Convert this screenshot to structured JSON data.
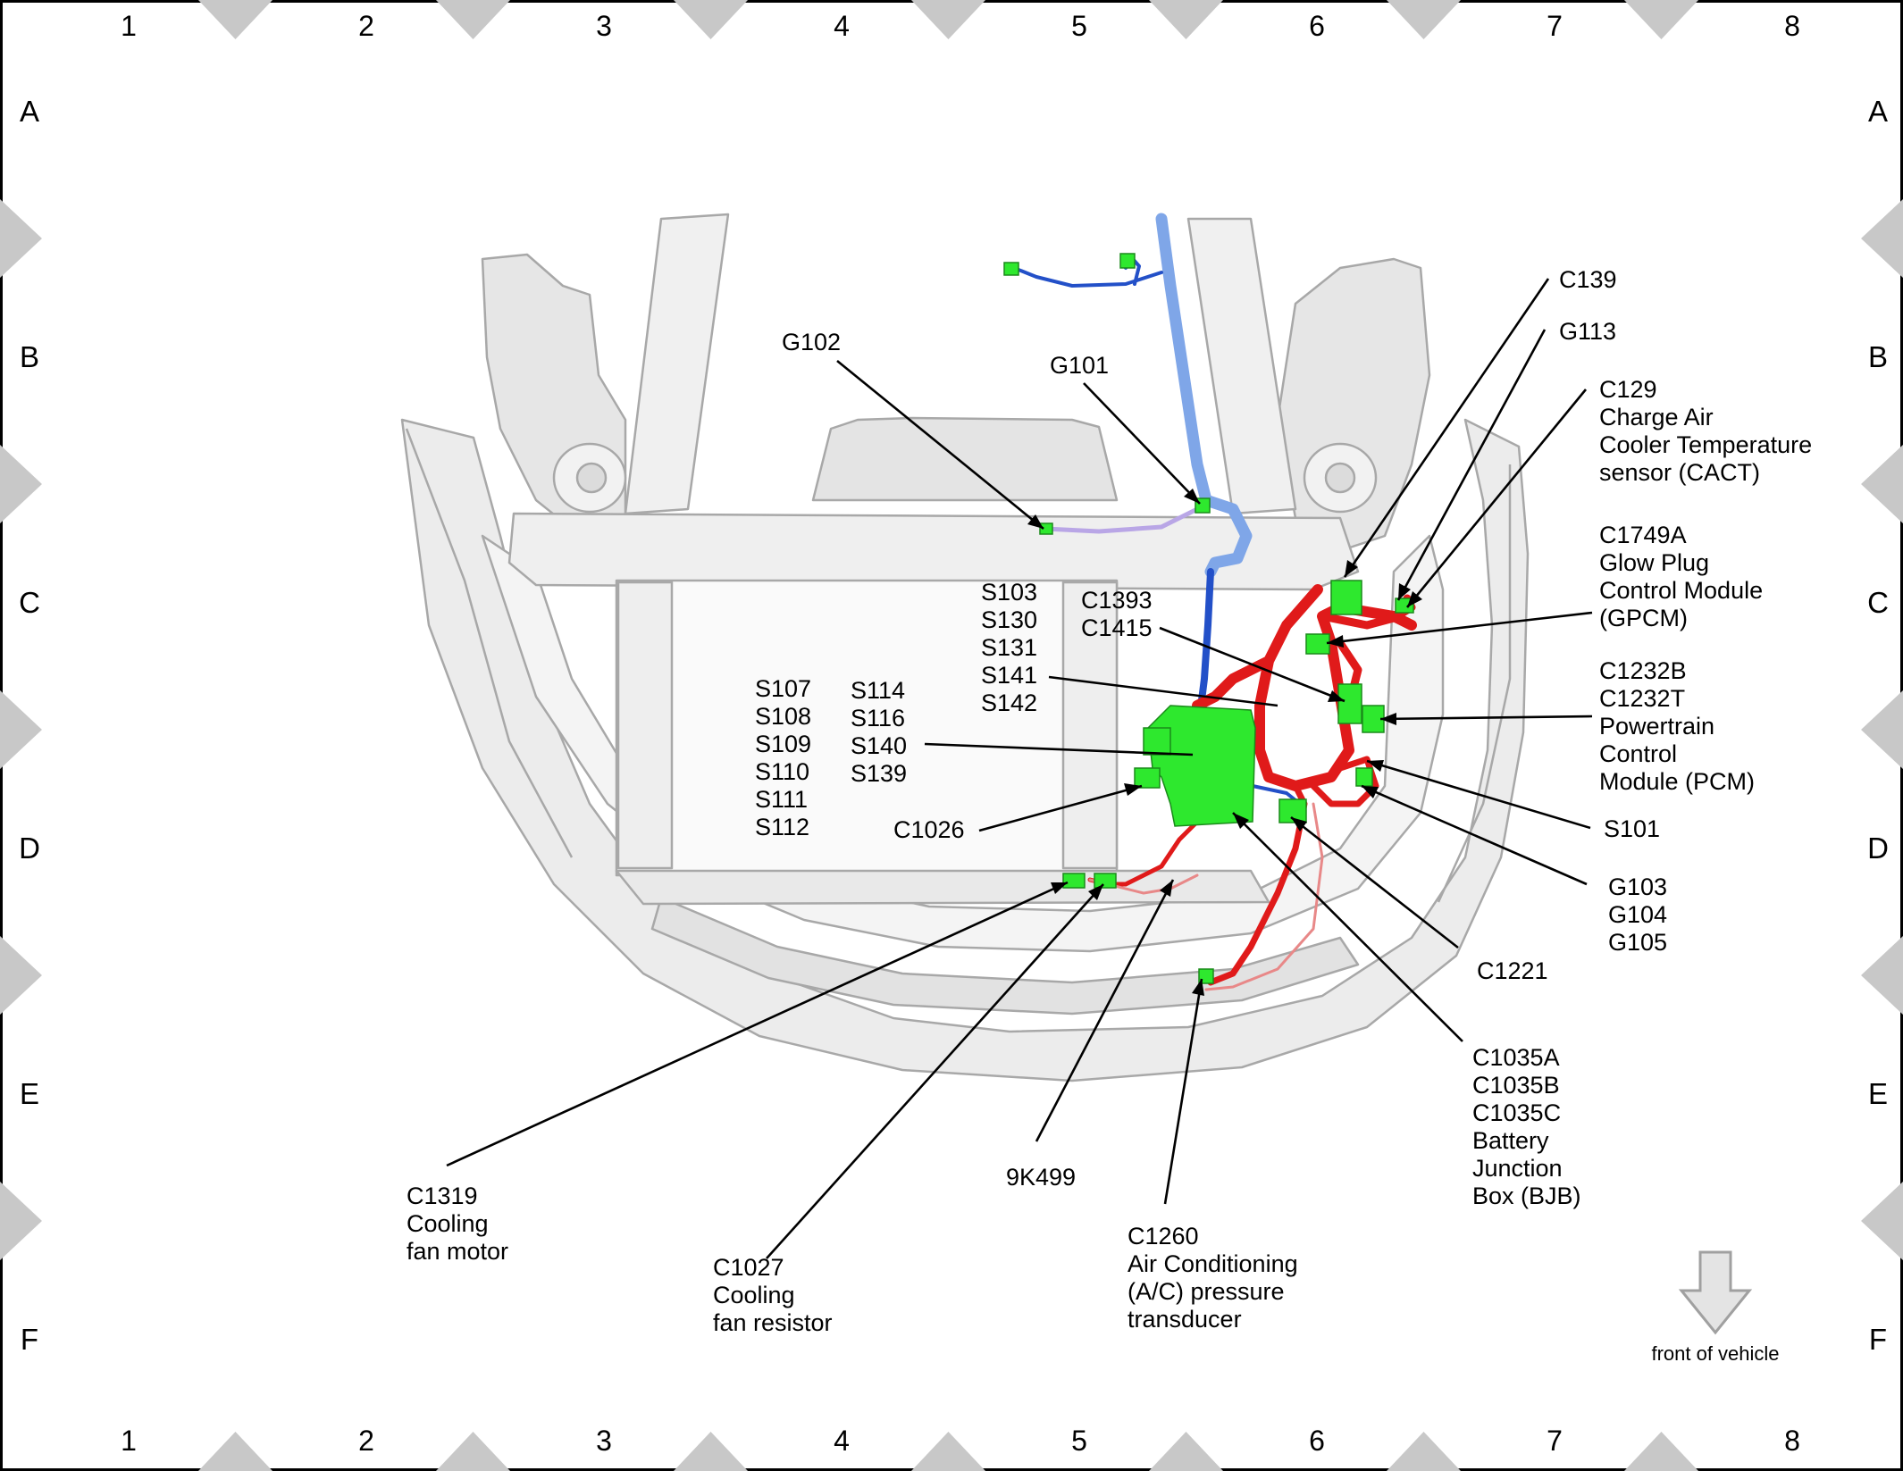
{
  "grid": {
    "columns": [
      "1",
      "2",
      "3",
      "4",
      "5",
      "6",
      "7",
      "8"
    ],
    "rows": [
      "A",
      "B",
      "C",
      "D",
      "E",
      "F"
    ]
  },
  "callouts": {
    "g102": [
      "G102"
    ],
    "g101": [
      "G101"
    ],
    "c139": [
      "C139"
    ],
    "g113": [
      "G113"
    ],
    "c129": [
      "C129",
      "Charge Air",
      "Cooler Temperature",
      "sensor (CACT)"
    ],
    "c1749a": [
      "C1749A",
      "Glow Plug",
      "Control Module",
      "(GPCM)"
    ],
    "c1393": [
      "C1393",
      "C1415"
    ],
    "s103": [
      "S103",
      "S130",
      "S131",
      "S141",
      "S142"
    ],
    "s107": [
      "S107",
      "S108",
      "S109",
      "S110",
      "S111",
      "S112"
    ],
    "s114": [
      "S114",
      "S116",
      "S140",
      "S139"
    ],
    "c1232": [
      "C1232B",
      "C1232T",
      "Powertrain",
      "Control",
      "Module (PCM)"
    ],
    "c1026": [
      "C1026"
    ],
    "s101": [
      "S101"
    ],
    "g103": [
      "G103",
      "G104",
      "G105"
    ],
    "c1221": [
      "C1221"
    ],
    "c1035": [
      "C1035A",
      "C1035B",
      "C1035C",
      "Battery",
      "Junction",
      "Box (BJB)"
    ],
    "c1319": [
      "C1319",
      "Cooling",
      "fan motor"
    ],
    "c1027": [
      "C1027",
      "Cooling",
      "fan resistor"
    ],
    "k9499": [
      "9K499"
    ],
    "c1260": [
      "C1260",
      "Air Conditioning",
      "(A/C) pressure",
      "transducer"
    ]
  },
  "front_indicator": {
    "label": "front of vehicle",
    "icon": "down-arrow-icon"
  },
  "colors": {
    "connector": "#2ee82e",
    "harness_red": "#e01a1a",
    "harness_blue": "#2350c8",
    "harness_light_blue": "#7fa6e8",
    "body_outline": "#a8a8a8",
    "body_fill": "#ececec",
    "grid_marker": "#c8c8c8"
  }
}
